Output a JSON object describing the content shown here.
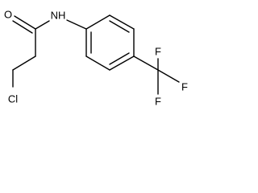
{
  "molecule": {
    "atoms": {
      "oxygen": "O",
      "nitrogen_hydrogen": "NH",
      "chlorine": "Cl",
      "fluorine_1": "F",
      "fluorine_2": "F",
      "fluorine_3": "F"
    }
  }
}
